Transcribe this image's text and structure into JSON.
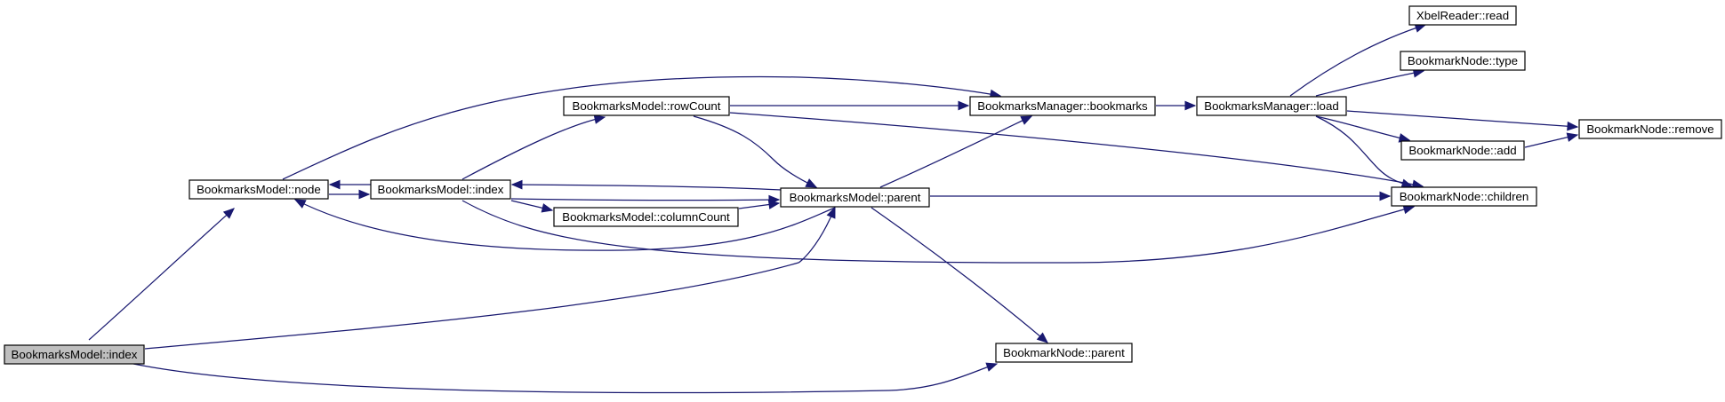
{
  "graph": {
    "nodes": [
      {
        "id": "n_index_root",
        "label": "BookmarksModel::index",
        "highlighted": true
      },
      {
        "id": "n_node",
        "label": "BookmarksModel::node"
      },
      {
        "id": "n_index",
        "label": "BookmarksModel::index"
      },
      {
        "id": "n_rowcount",
        "label": "BookmarksModel::rowCount"
      },
      {
        "id": "n_columncount",
        "label": "BookmarksModel::columnCount"
      },
      {
        "id": "n_mparent",
        "label": "BookmarksModel::parent"
      },
      {
        "id": "n_bookmarks",
        "label": "BookmarksManager::bookmarks"
      },
      {
        "id": "n_load",
        "label": "BookmarksManager::load"
      },
      {
        "id": "n_nparent",
        "label": "BookmarkNode::parent"
      },
      {
        "id": "n_children",
        "label": "BookmarkNode::children"
      },
      {
        "id": "n_xbelread",
        "label": "XbelReader::read"
      },
      {
        "id": "n_type",
        "label": "BookmarkNode::type"
      },
      {
        "id": "n_add",
        "label": "BookmarkNode::add"
      },
      {
        "id": "n_remove",
        "label": "BookmarkNode::remove"
      }
    ],
    "edges": [
      {
        "from": "n_index_root",
        "to": "n_node"
      },
      {
        "from": "n_index_root",
        "to": "n_mparent"
      },
      {
        "from": "n_index_root",
        "to": "n_nparent"
      },
      {
        "from": "n_node",
        "to": "n_bookmarks"
      },
      {
        "from": "n_index",
        "to": "n_node"
      },
      {
        "from": "n_node",
        "to": "n_index"
      },
      {
        "from": "n_index",
        "to": "n_rowcount"
      },
      {
        "from": "n_index",
        "to": "n_columncount"
      },
      {
        "from": "n_index",
        "to": "n_mparent"
      },
      {
        "from": "n_index",
        "to": "n_children"
      },
      {
        "from": "n_mparent",
        "to": "n_index"
      },
      {
        "from": "n_mparent",
        "to": "n_node"
      },
      {
        "from": "n_rowcount",
        "to": "n_bookmarks"
      },
      {
        "from": "n_rowcount",
        "to": "n_mparent"
      },
      {
        "from": "n_rowcount",
        "to": "n_children"
      },
      {
        "from": "n_columncount",
        "to": "n_mparent"
      },
      {
        "from": "n_mparent",
        "to": "n_bookmarks"
      },
      {
        "from": "n_mparent",
        "to": "n_children"
      },
      {
        "from": "n_mparent",
        "to": "n_nparent"
      },
      {
        "from": "n_bookmarks",
        "to": "n_load"
      },
      {
        "from": "n_load",
        "to": "n_xbelread"
      },
      {
        "from": "n_load",
        "to": "n_type"
      },
      {
        "from": "n_load",
        "to": "n_remove"
      },
      {
        "from": "n_load",
        "to": "n_add"
      },
      {
        "from": "n_load",
        "to": "n_children"
      },
      {
        "from": "n_add",
        "to": "n_remove"
      }
    ],
    "colors": {
      "edge": "#191970",
      "node_fill": "#ffffff",
      "highlight_fill": "#bfbfbf",
      "border": "#000000"
    }
  }
}
